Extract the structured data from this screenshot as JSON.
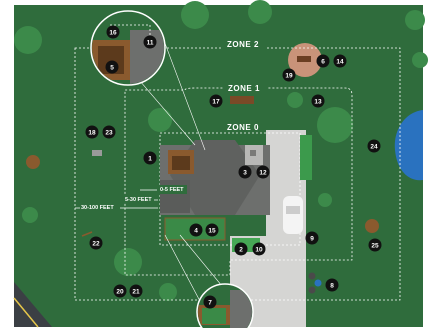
{
  "zones": [
    {
      "label": "ZONE 2"
    },
    {
      "label": "ZONE 1"
    },
    {
      "label": "ZONE 0"
    }
  ],
  "distances": [
    {
      "label": "30-100 FEET"
    },
    {
      "label": "5-30 FEET"
    },
    {
      "label": "0-5 FEET"
    }
  ],
  "markers": [
    "1",
    "2",
    "3",
    "4",
    "5",
    "6",
    "7",
    "8",
    "9",
    "10",
    "11",
    "12",
    "13",
    "14",
    "15",
    "16",
    "17",
    "18",
    "19",
    "20",
    "21",
    "22",
    "23",
    "24",
    "25"
  ],
  "colors": {
    "lawn": "#2f6c3c",
    "tree": "#3c8a4a",
    "house_roof": "#6d6f6d",
    "pond": "#2a72bf",
    "badge": "#111111"
  }
}
